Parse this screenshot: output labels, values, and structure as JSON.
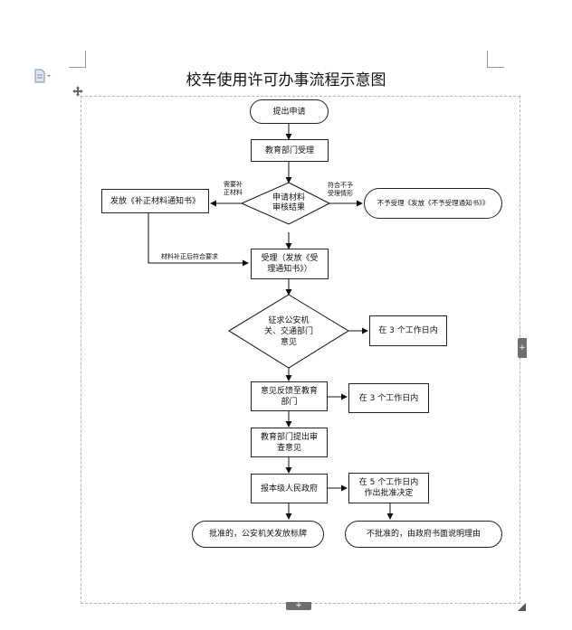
{
  "document": {
    "title": "校车使用许可办事流程示意图"
  },
  "flowchart": {
    "start": "提出申请",
    "accept_dept": "教育部门受理",
    "review": "申请材料\n审核结果",
    "left_box": "发放《补正材料通知书》",
    "right_box": "不予受理《发放《不予受理通知书》》",
    "accept_notice": "受理（发放《受\n理通知书》）",
    "consult": "征求公安机\n关、交通部门\n意见",
    "consult_time": "在 3 个工作日内",
    "feedback": "意见反馈至教育\n部门",
    "feedback_time": "在 3 个工作日内",
    "opinion": "教育部门提出审\n查意见",
    "report": "报本级人民政府",
    "decision_time": "在 5 个工作日内\n作出批准决定",
    "approved": "批准的，公安机关发放标牌",
    "rejected": "不批准的，由政府书面说明理由",
    "edge_need": "需要补\n正材料",
    "edge_notmeet": "符合不予\n受理情形",
    "edge_supplement": "材料补正后符合要求"
  },
  "ui": {
    "add_glyph": "+"
  }
}
